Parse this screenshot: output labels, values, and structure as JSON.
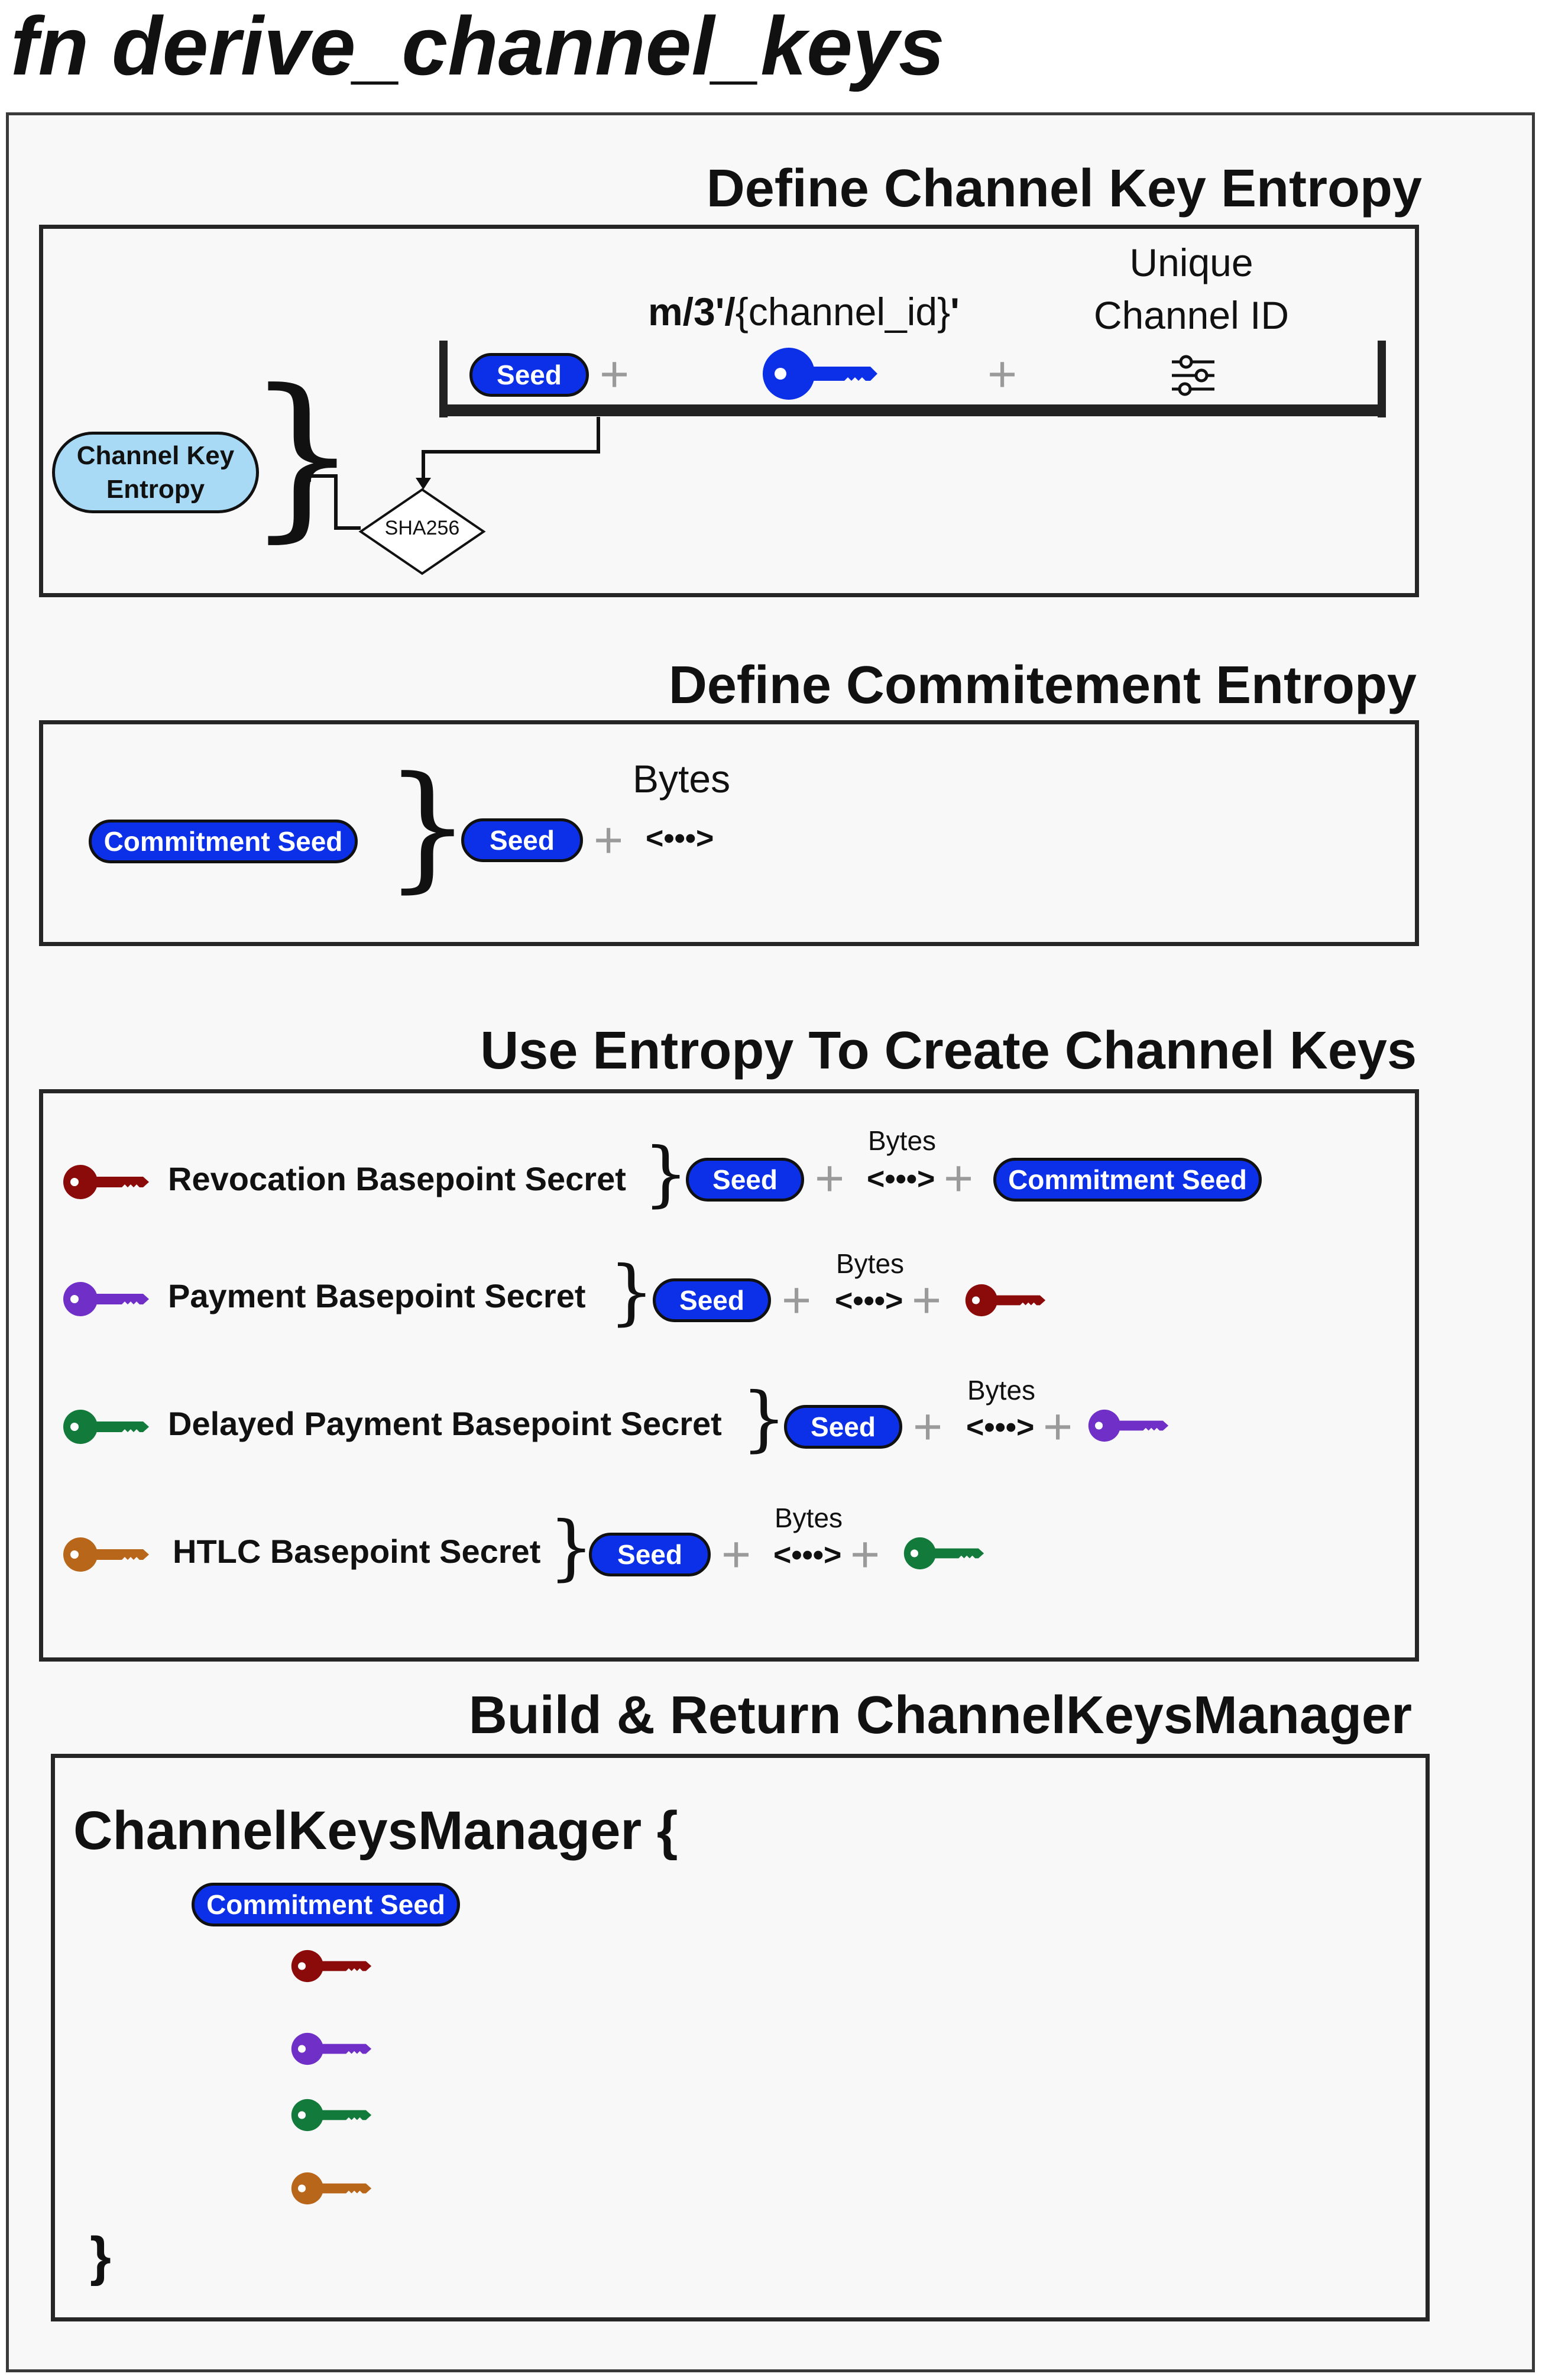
{
  "page": {
    "title": "fn derive_channel_keys"
  },
  "sections": {
    "channel_key_entropy": {
      "title": "Define Channel Key Entropy",
      "result_label": "Channel Key Entropy",
      "hash_label": "SHA256",
      "seed_label": "Seed",
      "path_label_bold": "m/3'/",
      "path_label_regular": "{channel_id}",
      "path_label_suffix": "'",
      "unique_id_label": "Unique Channel ID",
      "key_color": "#0c2fe8",
      "pill_color": "#0c2fe8",
      "result_color": "#a8daf5",
      "sliders_icon": "sliders-icon",
      "key_icon": "key-icon"
    },
    "commitment_entropy": {
      "title": "Define Commitement Entropy",
      "result_label": "Commitment Seed",
      "seed_label": "Seed",
      "bytes_label": "Bytes",
      "bytes_symbol": "<•••>"
    },
    "create_keys": {
      "title": "Use Entropy To Create Channel Keys",
      "rows": [
        {
          "label": "Revocation Basepoint Secret",
          "key_color": "#8b0a0a",
          "seed_label": "Seed",
          "bytes_label": "Bytes",
          "bytes_symbol": "<•••>",
          "operand_label": "Commitment Seed"
        },
        {
          "label": "Payment Basepoint Secret",
          "key_color": "#7030c8",
          "seed_label": "Seed",
          "bytes_label": "Bytes",
          "bytes_symbol": "<•••>",
          "operand_key_color": "#8b0a0a"
        },
        {
          "label": "Delayed Payment Basepoint Secret",
          "key_color": "#127a3a",
          "seed_label": "Seed",
          "bytes_label": "Bytes",
          "bytes_symbol": "<•••>",
          "operand_key_color": "#7030c8"
        },
        {
          "label": "HTLC Basepoint Secret",
          "key_color": "#b8661a",
          "seed_label": "Seed",
          "bytes_label": "Bytes",
          "bytes_symbol": "<•••>",
          "operand_key_color": "#127a3a"
        }
      ]
    },
    "build_manager": {
      "title": "Build & Return ChannelKeysManager",
      "code_open": "ChannelKeysManager {",
      "code_close": "}",
      "commitment_label": "Commitment Seed",
      "key_colors": [
        "#8b0a0a",
        "#7030c8",
        "#127a3a",
        "#b8661a"
      ]
    }
  }
}
